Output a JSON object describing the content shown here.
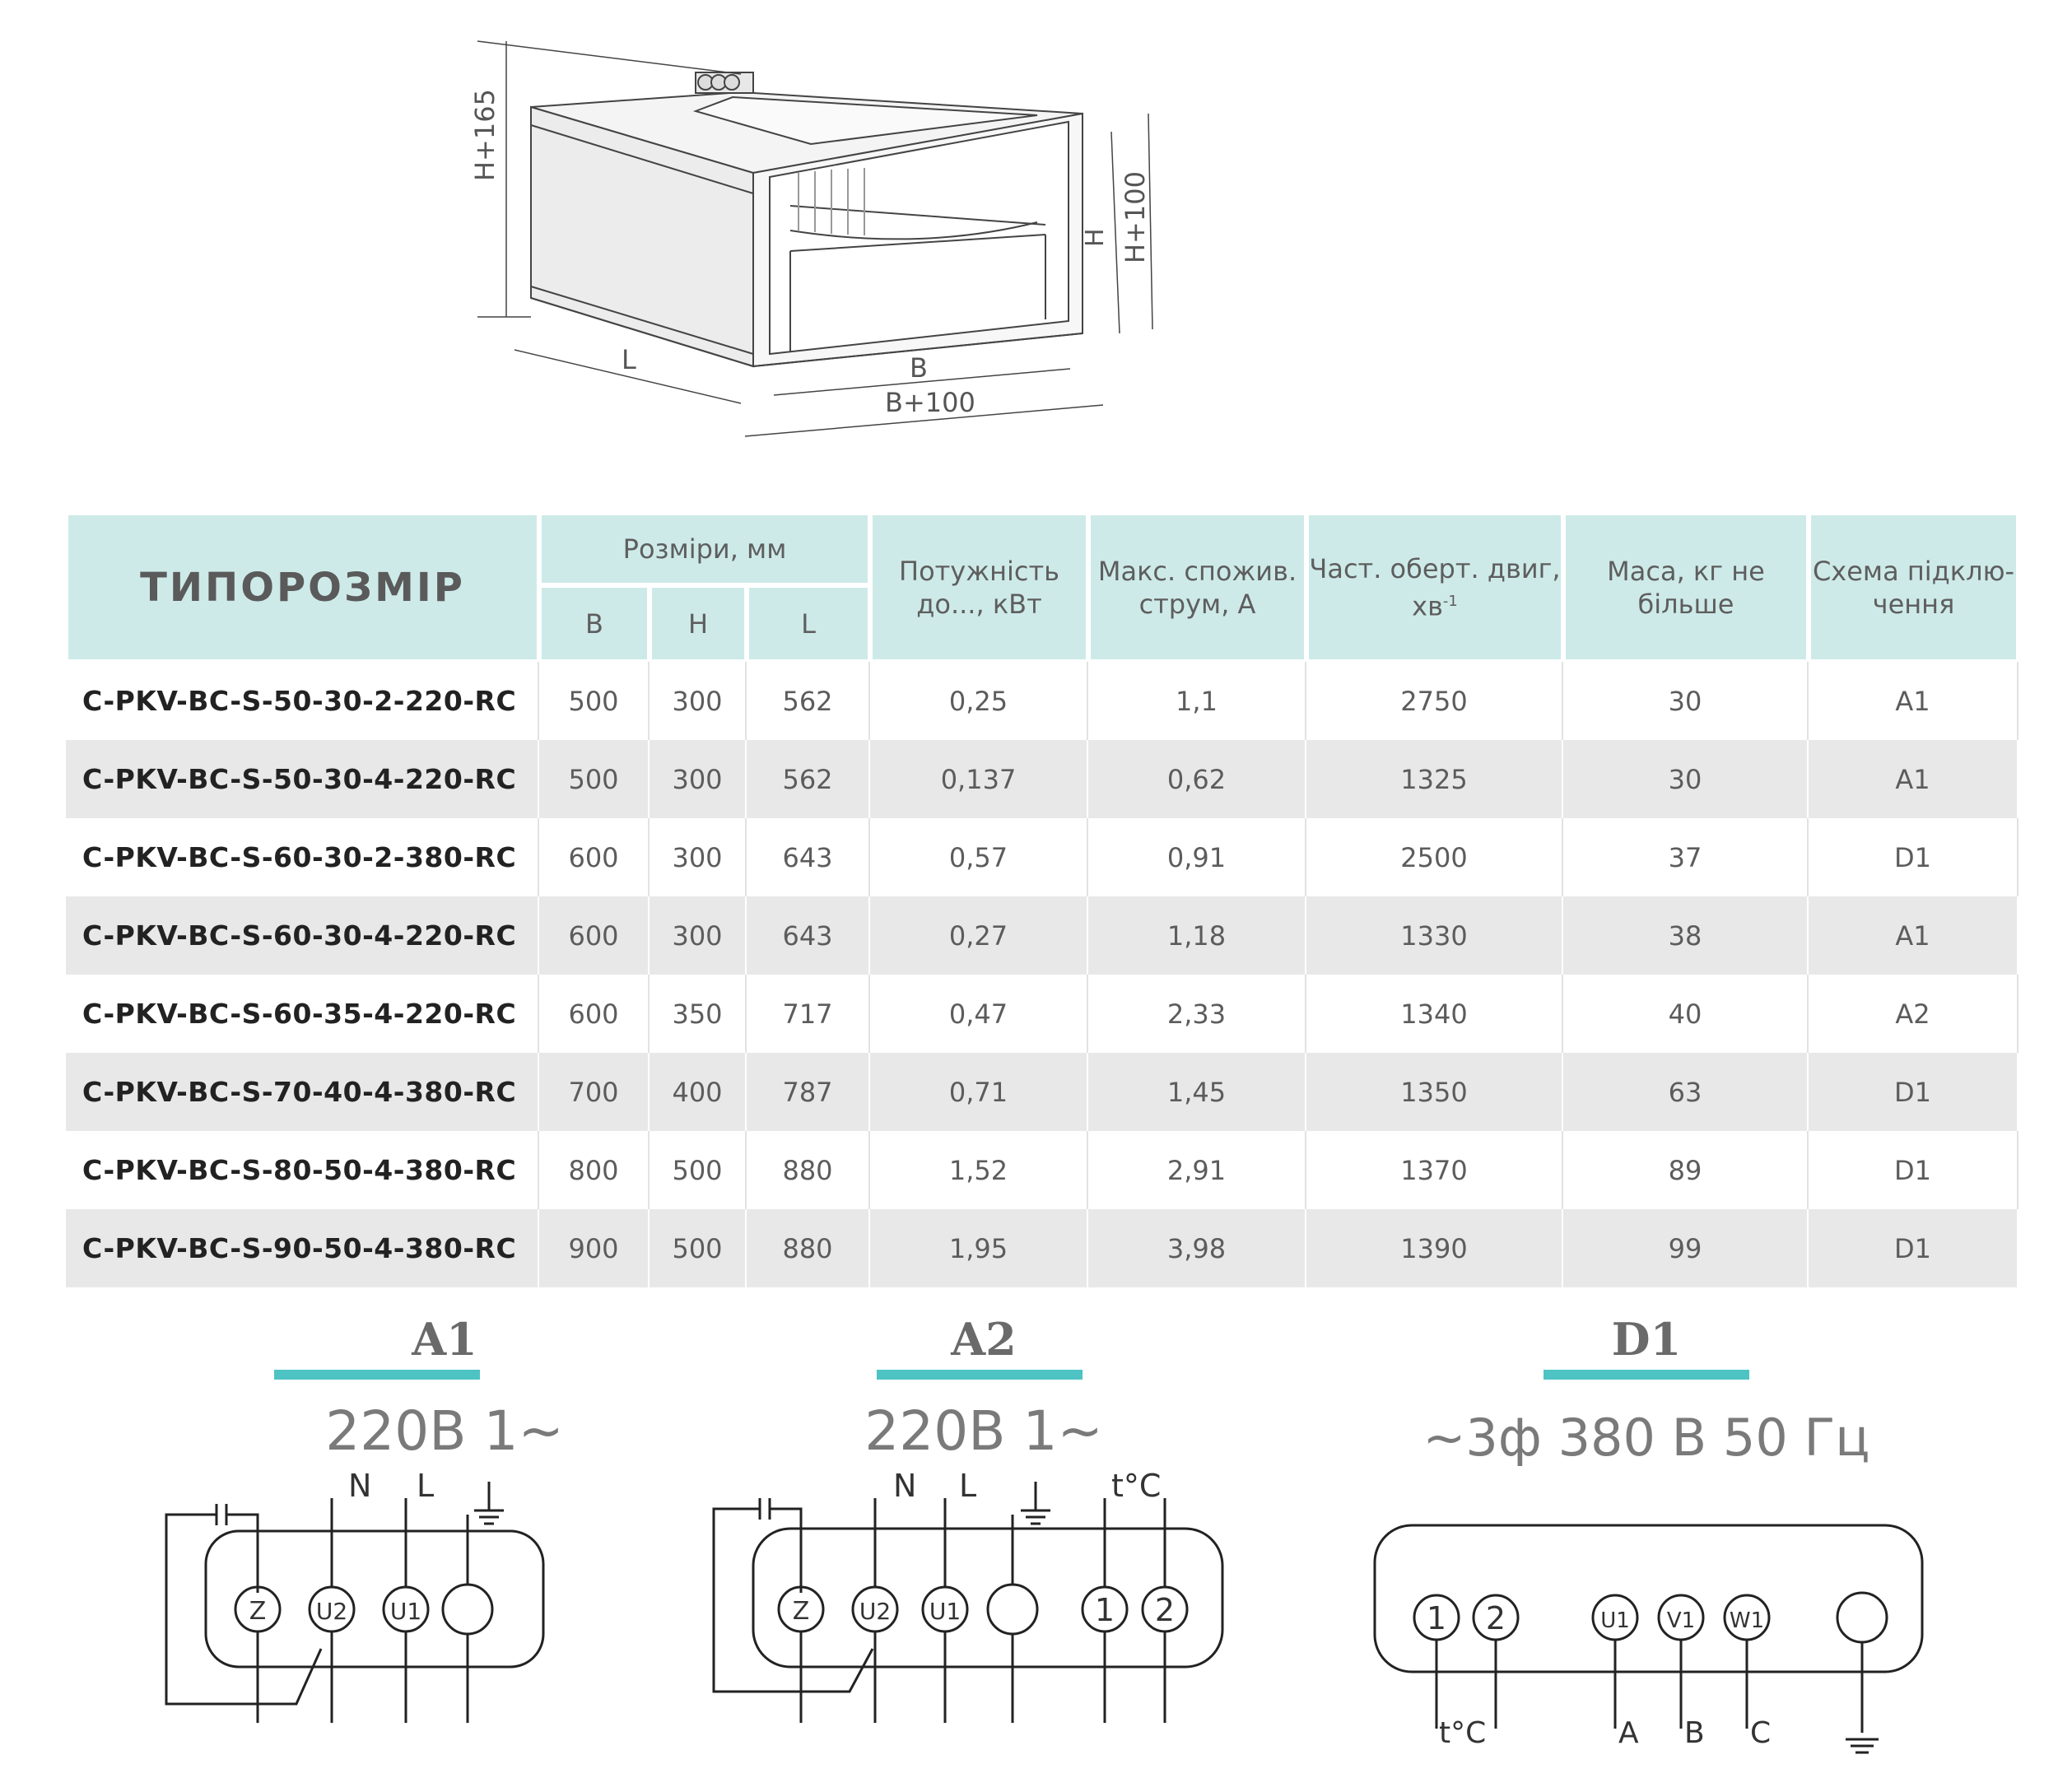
{
  "drawing": {
    "dim_h165": "H+165",
    "dim_h": "H",
    "dim_h100": "H+100",
    "dim_l": "L",
    "dim_b": "B",
    "dim_b100": "B+100"
  },
  "table": {
    "header": {
      "model": "ТИПОРОЗМІР",
      "dims": "Розміри, мм",
      "b": "B",
      "h": "H",
      "l": "L",
      "power": "Потужність до..., кВт",
      "current": "Макс. спожив. струм, А",
      "speed": "Част. оберт. двиг, хв",
      "speed_sup": "-1",
      "mass": "Маса, кг не більше",
      "scheme": "Схема підклю-чення"
    },
    "rows": [
      {
        "model": "C-PKV-BC-S-50-30-2-220-RC",
        "b": "500",
        "h": "300",
        "l": "562",
        "power": "0,25",
        "current": "1,1",
        "speed": "2750",
        "mass": "30",
        "scheme": "A1"
      },
      {
        "model": "C-PKV-BC-S-50-30-4-220-RC",
        "b": "500",
        "h": "300",
        "l": "562",
        "power": "0,137",
        "current": "0,62",
        "speed": "1325",
        "mass": "30",
        "scheme": "A1"
      },
      {
        "model": "C-PKV-BC-S-60-30-2-380-RC",
        "b": "600",
        "h": "300",
        "l": "643",
        "power": "0,57",
        "current": "0,91",
        "speed": "2500",
        "mass": "37",
        "scheme": "D1"
      },
      {
        "model": "C-PKV-BC-S-60-30-4-220-RC",
        "b": "600",
        "h": "300",
        "l": "643",
        "power": "0,27",
        "current": "1,18",
        "speed": "1330",
        "mass": "38",
        "scheme": "A1"
      },
      {
        "model": "C-PKV-BC-S-60-35-4-220-RC",
        "b": "600",
        "h": "350",
        "l": "717",
        "power": "0,47",
        "current": "2,33",
        "speed": "1340",
        "mass": "40",
        "scheme": "A2"
      },
      {
        "model": "C-PKV-BC-S-70-40-4-380-RC",
        "b": "700",
        "h": "400",
        "l": "787",
        "power": "0,71",
        "current": "1,45",
        "speed": "1350",
        "mass": "63",
        "scheme": "D1"
      },
      {
        "model": "C-PKV-BC-S-80-50-4-380-RC",
        "b": "800",
        "h": "500",
        "l": "880",
        "power": "1,52",
        "current": "2,91",
        "speed": "1370",
        "mass": "89",
        "scheme": "D1"
      },
      {
        "model": "C-PKV-BC-S-90-50-4-380-RC",
        "b": "900",
        "h": "500",
        "l": "880",
        "power": "1,95",
        "current": "3,98",
        "speed": "1390",
        "mass": "99",
        "scheme": "D1"
      }
    ]
  },
  "schemes": {
    "a1": {
      "title": "A1",
      "voltage": "220В 1~",
      "n": "N",
      "l": "L",
      "t1": "Z",
      "t2": "U2",
      "t3": "U1"
    },
    "a2": {
      "title": "A2",
      "voltage": "220В 1~",
      "n": "N",
      "l": "L",
      "tc": "t°C",
      "t1": "Z",
      "t2": "U2",
      "t3": "U1",
      "t5": "1",
      "t6": "2"
    },
    "d1": {
      "title": "D1",
      "voltage": "~3ф 380 В 50 Гц",
      "t1": "1",
      "t2": "2",
      "t3": "U1",
      "t4": "V1",
      "t5": "W1",
      "tc": "t°C",
      "a": "A",
      "b": "B",
      "c": "C"
    }
  },
  "colors": {
    "header_bg": "#cdeae8",
    "accent_bar": "#4ec3c4",
    "alt_row": "#e8e8e8"
  }
}
